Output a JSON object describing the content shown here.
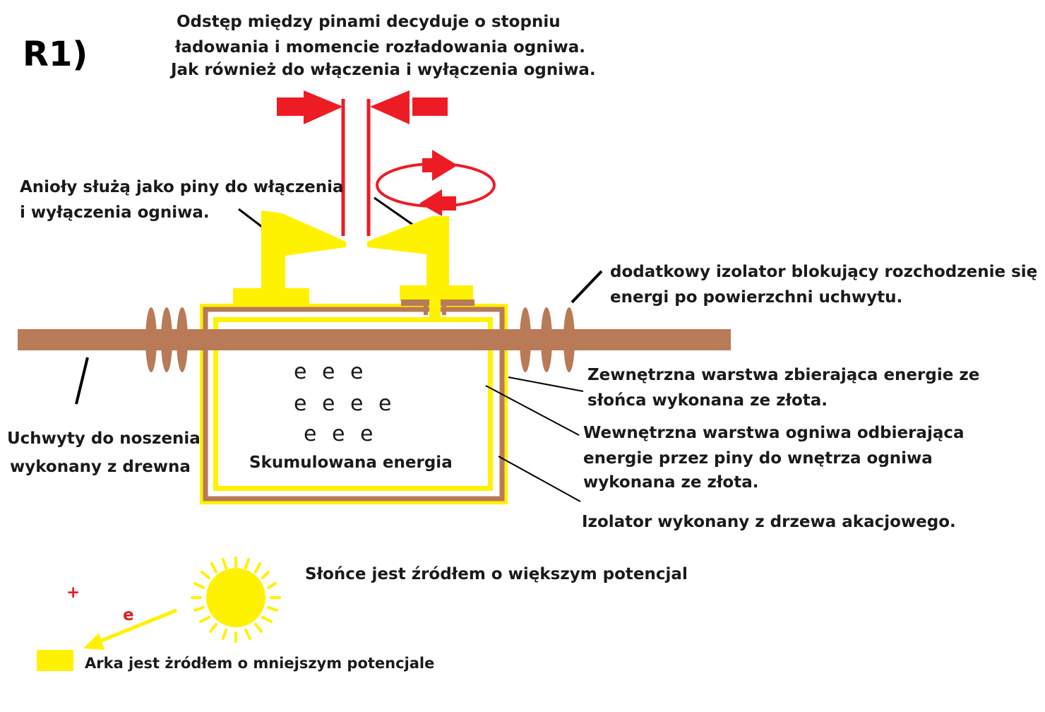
{
  "title": "R1)",
  "labels": {
    "top_note": [
      "Odstęp między pinami decyduje o stopniu",
      "ładowania i momencie rozładowania ogniwa.",
      "Jak również do włączenia i wyłączenia ogniwa."
    ],
    "angels": [
      "Anioły służą jako piny do włączenia",
      "i wyłączenia ogniwa."
    ],
    "extra_insulator": [
      "dodatkowy izolator blokujący rozchodzenie się",
      "energi po powierzchni uchwytu."
    ],
    "outer_layer": [
      "Zewnętrzna warstwa zbierająca energie ze",
      "słońca wykonana ze złota."
    ],
    "inner_layer": [
      "Wewnętrzna warstwa ogniwa odbierająca",
      "energie przez piny do wnętrza ogniwa",
      "wykonana ze złota."
    ],
    "insulator": "Izolator wykonany z drzewa akacjowego.",
    "handles": [
      "Uchwyty do noszenia",
      "wykonany z drewna"
    ],
    "accumulated": "Skumulowana energia",
    "electron_rows": [
      "e e e",
      "e e e e",
      "e e e"
    ],
    "sun_note": "Słońce jest źródłem o większym potencjal",
    "plus": "+",
    "electron": "e",
    "ark_note": "Arka jest żródłem o mniejszym potencjale"
  },
  "colors": {
    "gold": "#fff200",
    "wood": "#b97a57",
    "red": "#ed1c24",
    "line": "#000000"
  },
  "icons": [
    "sun-icon",
    "rotation-arrows-icon",
    "compression-arrows-icon",
    "ark-legend-swatch"
  ]
}
